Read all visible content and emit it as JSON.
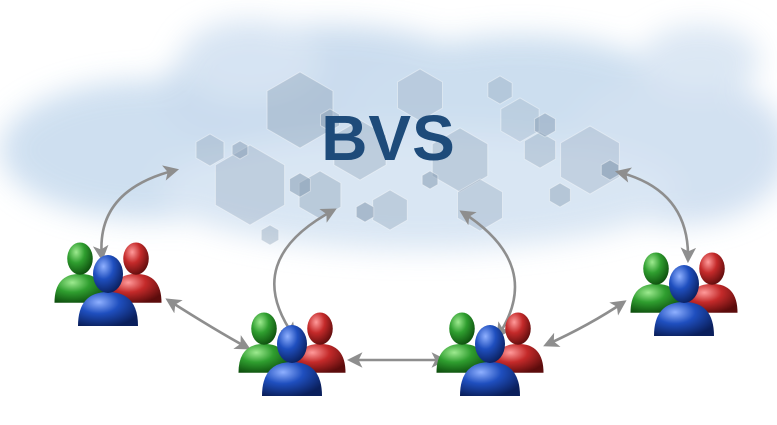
{
  "diagram": {
    "title": "BVS",
    "colors": {
      "title": "#1e4b7a",
      "cloud": "#bcd3ea",
      "hexagon": "#7f95ad",
      "arrow": "#8e8e8e",
      "person_green": "#2f9e2f",
      "person_blue": "#1f4fbf",
      "person_red": "#c42a2a"
    },
    "groups": [
      {
        "id": "group-left"
      },
      {
        "id": "group-bottom-left"
      },
      {
        "id": "group-bottom-right"
      },
      {
        "id": "group-right"
      }
    ],
    "connections": [
      {
        "from": "group-left",
        "to": "cloud"
      },
      {
        "from": "group-left",
        "to": "group-bottom-left"
      },
      {
        "from": "group-bottom-left",
        "to": "cloud"
      },
      {
        "from": "group-bottom-left",
        "to": "group-bottom-right"
      },
      {
        "from": "group-bottom-right",
        "to": "cloud"
      },
      {
        "from": "group-bottom-right",
        "to": "group-right"
      },
      {
        "from": "group-right",
        "to": "cloud"
      }
    ]
  }
}
